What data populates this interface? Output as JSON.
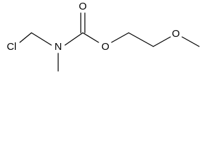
{
  "structure": {
    "atoms": {
      "chlorine": "Cl",
      "nitrogen": "N",
      "carbonyl_oxygen": "O",
      "ester_oxygen": "O",
      "ether_oxygen": "O"
    }
  },
  "colors": {
    "bond": "#000000",
    "background": "#ffffff"
  }
}
